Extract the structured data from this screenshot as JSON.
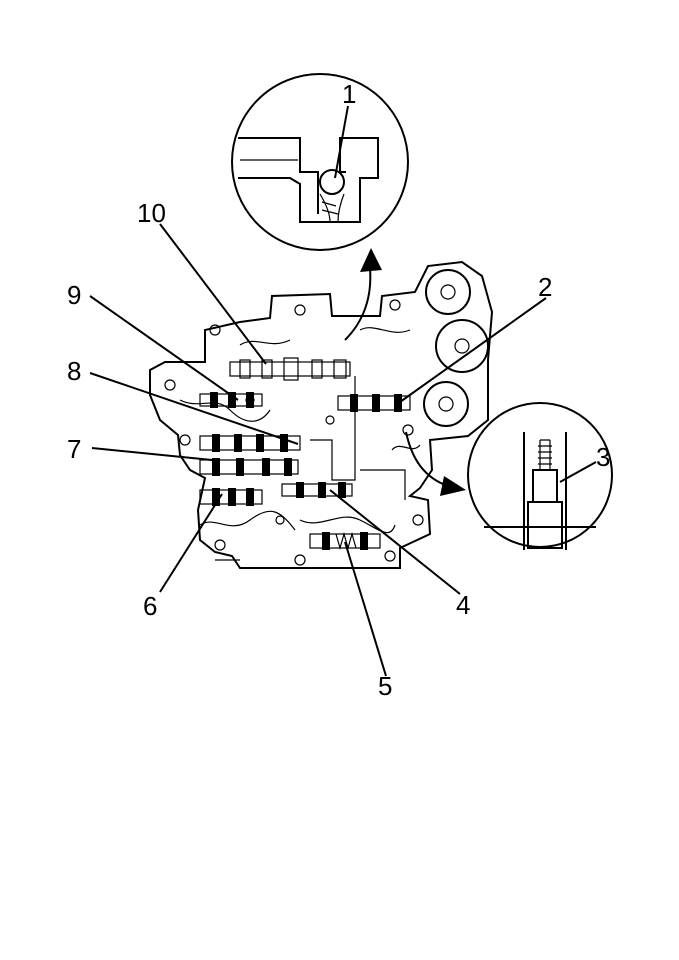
{
  "figure": {
    "callouts": [
      {
        "id": "1",
        "text": "1"
      },
      {
        "id": "2",
        "text": "2"
      },
      {
        "id": "3",
        "text": "3"
      },
      {
        "id": "4",
        "text": "4"
      },
      {
        "id": "5",
        "text": "5"
      },
      {
        "id": "6",
        "text": "6"
      },
      {
        "id": "7",
        "text": "7"
      },
      {
        "id": "8",
        "text": "8"
      },
      {
        "id": "9",
        "text": "9"
      },
      {
        "id": "10",
        "text": "10"
      }
    ],
    "colors": {
      "ink": "#000000",
      "background": "#ffffff"
    }
  }
}
